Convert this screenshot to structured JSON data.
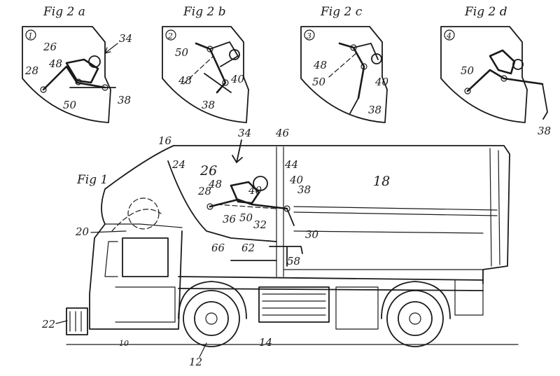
{
  "figures": {
    "fig1": "Fig 1",
    "fig2a": "Fig 2 a",
    "fig2b": "Fig 2 b",
    "fig2c": "Fig 2 c",
    "fig2d": "Fig 2 d"
  },
  "steps": [
    "1",
    "2",
    "3",
    "4"
  ],
  "labels": {
    "n10": "10",
    "n12": "12",
    "n14": "14",
    "n16": "16",
    "n18": "18",
    "n20": "20",
    "n22": "22",
    "n24": "24",
    "n26": "26",
    "n28": "28",
    "n30": "30",
    "n32": "32",
    "n34": "34",
    "n36": "36",
    "n38": "38",
    "n40": "40",
    "n44": "44",
    "n46": "46",
    "n48": "48",
    "n50": "50",
    "n58": "58",
    "n62": "62",
    "n66": "66"
  }
}
